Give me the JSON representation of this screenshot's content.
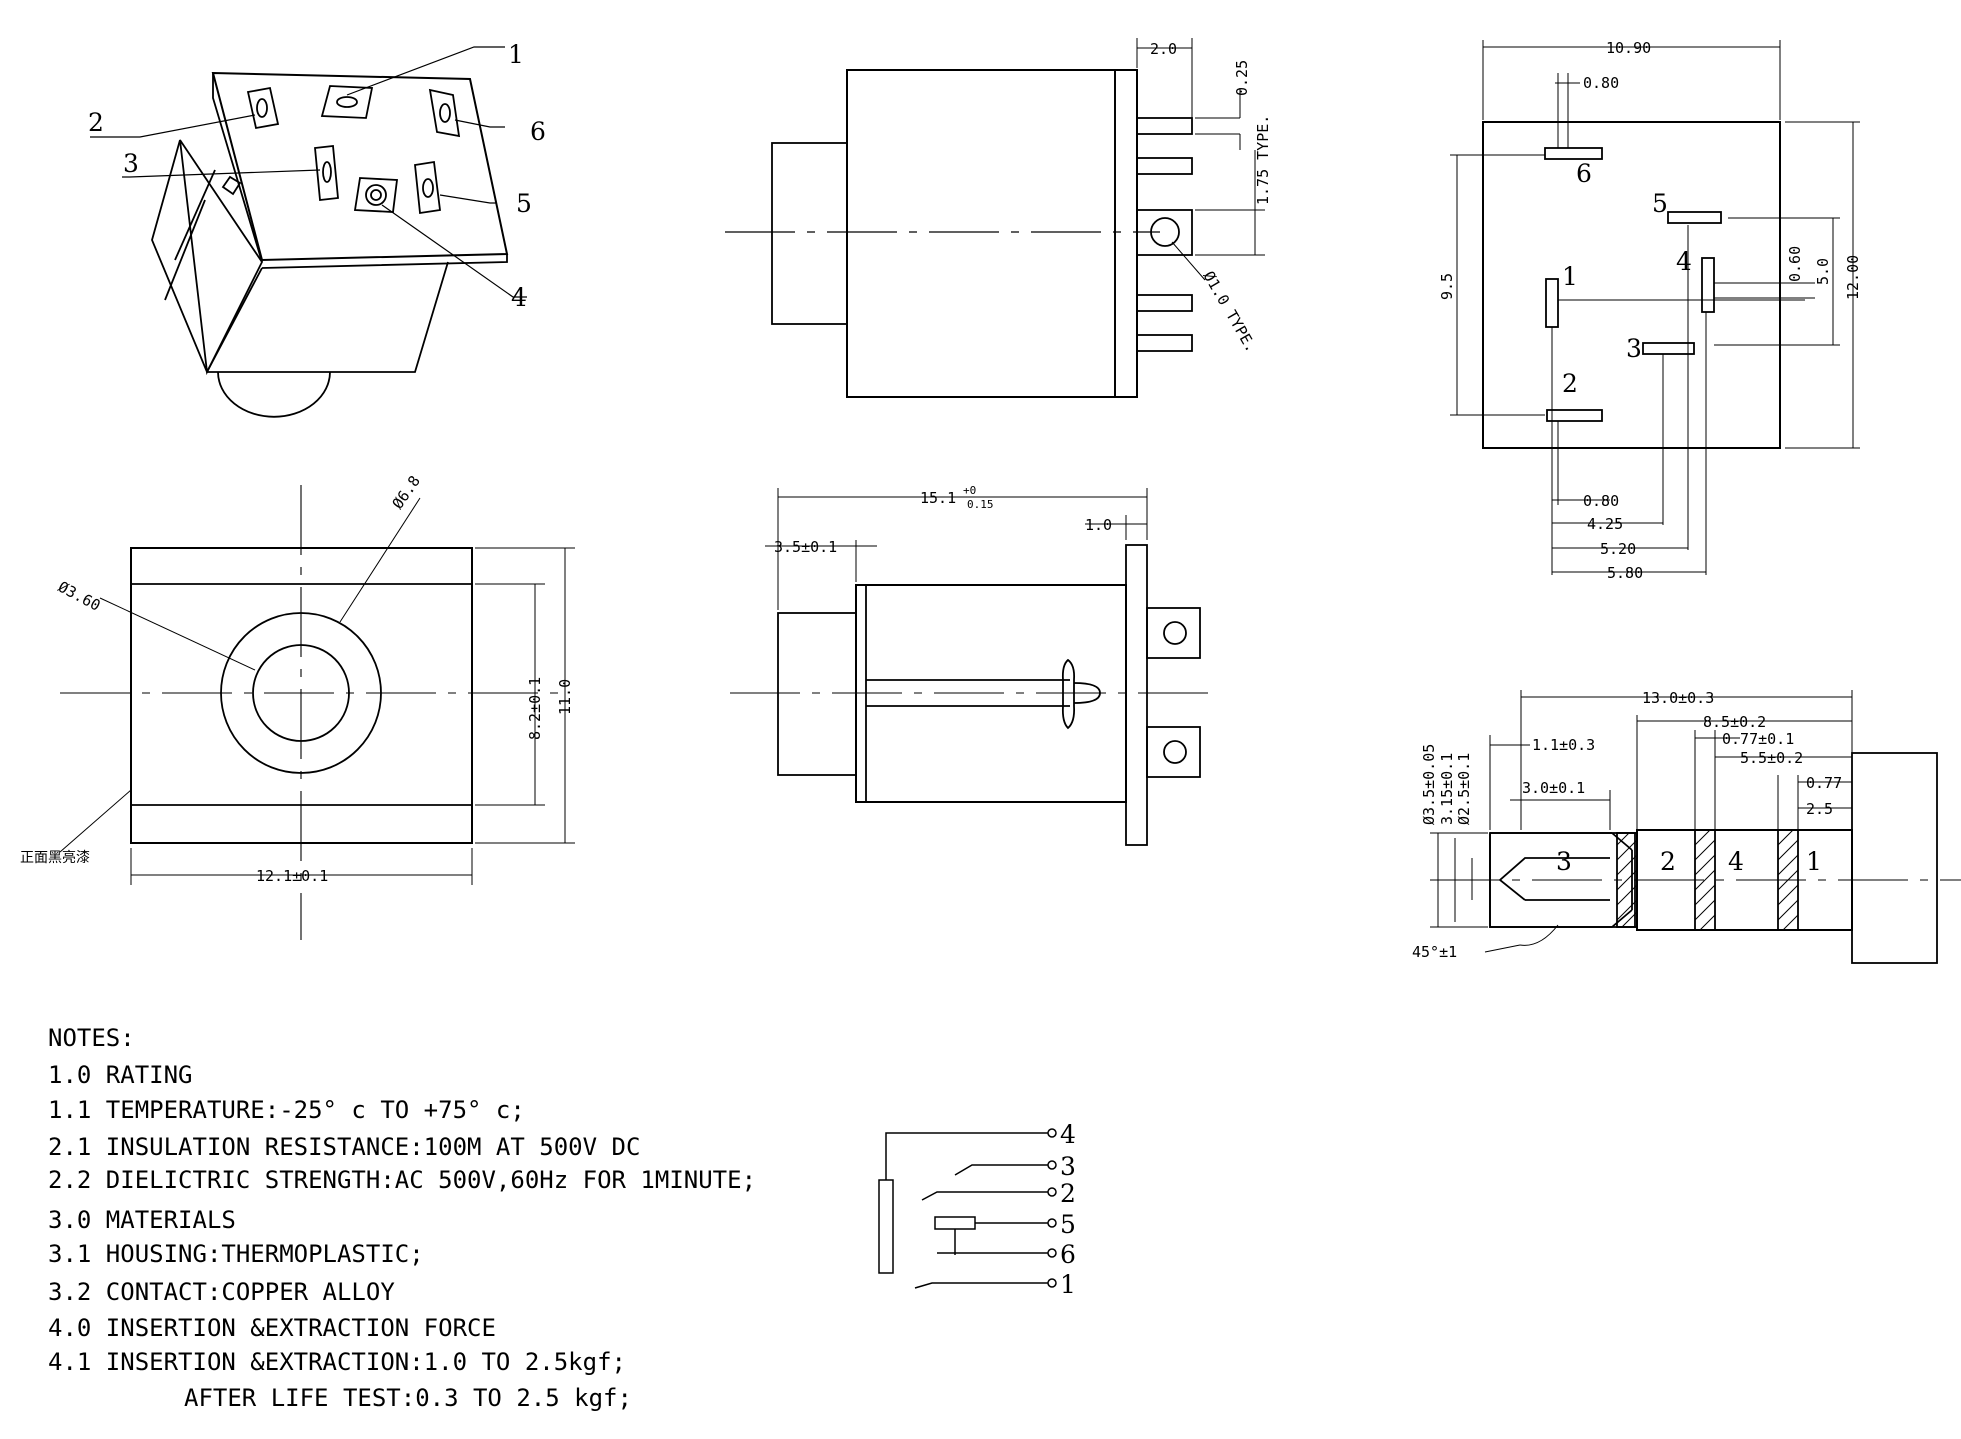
{
  "views": {
    "iso": {
      "callouts": [
        "1",
        "2",
        "3",
        "4",
        "5",
        "6"
      ],
      "holes": {
        "circle_hole": 1,
        "pin_terminal": 5
      }
    },
    "side": {
      "dim_pin_length": "2.0",
      "dim_pin_thickness": "0.25",
      "dim_pitch": "1.75 TYPE.",
      "dim_hole": "Ø1.0 TYPE."
    },
    "footprint": {
      "pin_labels": [
        "6",
        "5",
        "1",
        "4",
        "3",
        "2"
      ],
      "dim_width": "10.90",
      "dim_height": "12.00",
      "dim_span": "9.5",
      "dim_pad_w_top": "0.80",
      "dim_pad_w_bottom": "0.80",
      "dim_pad_h": "0.60",
      "dim_inner": "5.0",
      "dim_x1": "4.25",
      "dim_x2": "5.20",
      "dim_x3": "5.80"
    },
    "front": {
      "dim_outer_dia": "Ø6.8",
      "dim_inner_dia": "Ø3.60",
      "dim_h_inner": "8.2±0.1",
      "dim_h_outer": "11.0",
      "dim_width": "12.1±0.1",
      "note_cn": "正面黑亮漆"
    },
    "section": {
      "dim_length_base": "15.1",
      "dim_length_tol_upper": "+0",
      "dim_length_tol_lower": "0.15",
      "dim_nose": "3.5±0.1",
      "dim_flange": "1.0"
    },
    "plug": {
      "dim_total": "13.0±0.3",
      "dim_a": "8.5±0.2",
      "dim_b": "0.77±0.1",
      "dim_c": "5.5±0.2",
      "dim_d": "0.77",
      "dim_e": "2.5",
      "dim_f": "1.1±0.3",
      "dim_g": "3.0±0.1",
      "dim_dia1": "Ø3.5±0.05",
      "dim_dia2": "3.15±0.1",
      "dim_dia3": "Ø2.5±0.1",
      "dim_angle": "45°±1",
      "segment_labels": [
        "3",
        "2",
        "4",
        "1"
      ]
    }
  },
  "notes": {
    "heading": "NOTES:",
    "lines": [
      "1.0 RATING",
      "1.1 TEMPERATURE:-25° c TO +75° c;",
      "2.1 INSULATION RESISTANCE:100M AT 500V DC",
      "2.2 DIELICTRIC STRENGTH:AC 500V,60Hz FOR 1MINUTE;",
      "3.0 MATERIALS",
      "3.1 HOUSING:THERMOPLASTIC;",
      "3.2 CONTACT:COPPER ALLOY",
      "4.0 INSERTION &EXTRACTION FORCE",
      "4.1 INSERTION &EXTRACTION:1.0 TO 2.5kgf;",
      "AFTER LIFE TEST:0.3 TO 2.5 kgf;"
    ]
  },
  "schematic": {
    "pin_labels": [
      "4",
      "3",
      "2",
      "5",
      "6",
      "1"
    ]
  }
}
